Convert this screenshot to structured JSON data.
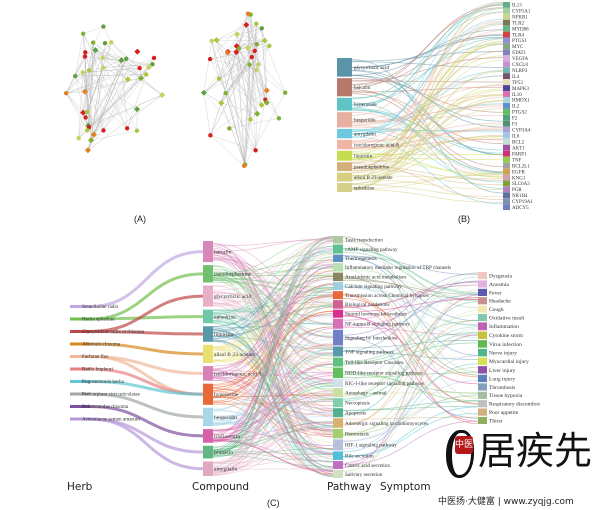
{
  "panels": {
    "a": "(A)",
    "b": "(B)",
    "c": "(C)"
  },
  "panel_b": {
    "compounds": [
      {
        "name": "glycyrrhizic acid",
        "value": 24,
        "color": "#5b93a8"
      },
      {
        "name": "baicalin",
        "value": 23,
        "color": "#b57a6a"
      },
      {
        "name": "hyperoside",
        "value": 12,
        "color": "#5ec4c4"
      },
      {
        "name": "hesperidin",
        "value": 17,
        "color": "#e8b0a0"
      },
      {
        "name": "amygdalin",
        "value": 5,
        "color": "#6ec8e0"
      },
      {
        "name": "isochlorogenic acid A",
        "value": 5,
        "color": "#f0b4a4"
      },
      {
        "name": "liquiritin",
        "value": 6,
        "color": "#c8dc50"
      },
      {
        "name": "pseudoephedrine",
        "value": 4,
        "color": "#d4b07c"
      },
      {
        "name": "alisol B 23-acetate",
        "value": 4,
        "color": "#d8d080"
      },
      {
        "name": "ephedrine",
        "value": 4,
        "color": "#d4d088"
      }
    ],
    "targets": [
      {
        "name": "IL13",
        "value": 2,
        "color": "#5bb08a"
      },
      {
        "name": "CYP1A1",
        "value": 1,
        "color": "#a0d0a0"
      },
      {
        "name": "NFKB1",
        "value": 2,
        "color": "#c8d890"
      },
      {
        "name": "TLR2",
        "value": 2,
        "color": "#7a7a5a"
      },
      {
        "name": "MYD88",
        "value": 2,
        "color": "#60b880"
      },
      {
        "name": "TLR4",
        "value": 2,
        "color": "#d04040"
      },
      {
        "name": "PTGS1",
        "value": 1,
        "color": "#9090d0"
      },
      {
        "name": "MYC",
        "value": 1,
        "color": "#80a880"
      },
      {
        "name": "STAT1",
        "value": 1,
        "color": "#8080c0"
      },
      {
        "name": "VEGFA",
        "value": 3,
        "color": "#d8b0e0"
      },
      {
        "name": "CXCL8",
        "value": 3,
        "color": "#c890d0"
      },
      {
        "name": "NLRP3",
        "value": 3,
        "color": "#70b8b0"
      },
      {
        "name": "IL4",
        "value": 4,
        "color": "#7a5070"
      },
      {
        "name": "TP53",
        "value": 5,
        "color": "#e8e0b8"
      },
      {
        "name": "MAPK3",
        "value": 4,
        "color": "#5040a0"
      },
      {
        "name": "IL10",
        "value": 4,
        "color": "#d870b0"
      },
      {
        "name": "HMOX1",
        "value": 4,
        "color": "#a8d8d8"
      },
      {
        "name": "IL2",
        "value": 4,
        "color": "#6090d0"
      },
      {
        "name": "PTGS2",
        "value": 5,
        "color": "#60c060"
      },
      {
        "name": "F2",
        "value": 1,
        "color": "#50a080"
      },
      {
        "name": "F3",
        "value": 1,
        "color": "#509070"
      },
      {
        "name": "CYP3A4",
        "value": 3,
        "color": "#b0a0d8"
      },
      {
        "name": "IL6",
        "value": 7,
        "color": "#a0c8f0"
      },
      {
        "name": "BCL2",
        "value": 7,
        "color": "#c0e0d0"
      },
      {
        "name": "AKT1",
        "value": 7,
        "color": "#a050a0"
      },
      {
        "name": "PARP1",
        "value": 3,
        "color": "#d03070"
      },
      {
        "name": "TNF",
        "value": 9,
        "color": "#90cc50"
      },
      {
        "name": "BCL2L1",
        "value": 1,
        "color": "#a0a0a0"
      },
      {
        "name": "EGFR",
        "value": 1,
        "color": "#d0a050"
      },
      {
        "name": "KNG1",
        "value": 1,
        "color": "#d0a0b0"
      },
      {
        "name": "SLC6A3",
        "value": 1,
        "color": "#80a040"
      },
      {
        "name": "PGR",
        "value": 1,
        "color": "#b080c0"
      },
      {
        "name": "NR1H4",
        "value": 1,
        "color": "#6070a0"
      },
      {
        "name": "CYP19A1",
        "value": 1,
        "color": "#8090b0"
      },
      {
        "name": "ADCY5",
        "value": 1,
        "color": "#7080c0"
      }
    ]
  },
  "panel_c": {
    "column_titles": {
      "herb": "Herb",
      "compound": "Compound",
      "pathway": "Pathway",
      "symptom": "Symptom"
    },
    "herbs": [
      {
        "name": "Scutellariae radix",
        "color": "#c0a8e0"
      },
      {
        "name": "Herba ephedrae",
        "color": "#70c050"
      },
      {
        "name": "Glycyrrhizae radix et rhizoma",
        "color": "#c04848"
      },
      {
        "name": "Alismatis rhizoma",
        "color": "#d88820"
      },
      {
        "name": "Farfarae flos",
        "color": "#f0b898"
      },
      {
        "name": "Radix bupleuri",
        "color": "#e88080"
      },
      {
        "name": "Pogostemonis herba",
        "color": "#60c8d0"
      },
      {
        "name": "Pericarpium citri reticulatae",
        "color": "#a0a8a0"
      },
      {
        "name": "Belamcandae rhizoma",
        "color": "#8050a0"
      },
      {
        "name": "Armeniacae semen amarum",
        "color": "#b898d8"
      }
    ],
    "compounds": [
      {
        "name": "baicalin",
        "value": 14,
        "color": "#d888b8"
      },
      {
        "name": "pseudoephedrine",
        "value": 10,
        "color": "#70c070"
      },
      {
        "name": "glycyrrhizic acid",
        "value": 14,
        "color": "#e8b0c8"
      },
      {
        "name": "ephedrine",
        "value": 6,
        "color": "#70c8a8"
      },
      {
        "name": "liquiritin",
        "value": 8,
        "color": "#5898a8"
      },
      {
        "name": "alisol B 23-acetate",
        "value": 11,
        "color": "#e8e070"
      },
      {
        "name": "isochlorogenic acid A",
        "value": 7,
        "color": "#d880b8"
      },
      {
        "name": "hyperoside",
        "value": 14,
        "color": "#e86838"
      },
      {
        "name": "hesperidin",
        "value": 11,
        "color": "#a8d8e8"
      },
      {
        "name": "irisflorentin",
        "value": 6,
        "color": "#d860a8"
      },
      {
        "name": "prunasin",
        "value": 5,
        "color": "#60b880"
      },
      {
        "name": "amygdalin",
        "value": 7,
        "color": "#e0a8c0"
      }
    ],
    "herb_compound_links": [
      [
        0,
        0
      ],
      [
        1,
        1
      ],
      [
        1,
        3
      ],
      [
        2,
        2
      ],
      [
        2,
        4
      ],
      [
        3,
        5
      ],
      [
        4,
        6
      ],
      [
        4,
        7
      ],
      [
        5,
        7
      ],
      [
        6,
        7
      ],
      [
        7,
        8
      ],
      [
        8,
        9
      ],
      [
        9,
        10
      ],
      [
        9,
        11
      ]
    ],
    "pathways": [
      {
        "name": "Taste transduction",
        "value": 1,
        "color": "#b0c8a0"
      },
      {
        "name": "cAMP signaling pathway",
        "value": 4,
        "color": "#60c090"
      },
      {
        "name": "Thermogenesis",
        "value": 1,
        "color": "#6090c0"
      },
      {
        "name": "Inflammatory mediator regulation of TRP channels",
        "value": 3,
        "color": "#b8e0b0"
      },
      {
        "name": "Arachidonic acid metabolism",
        "value": 3,
        "color": "#888860"
      },
      {
        "name": "Calcium signaling pathway",
        "value": 2,
        "color": "#a0d0e0"
      },
      {
        "name": "Transmission across Chemical Synapses",
        "value": 2,
        "color": "#e86838"
      },
      {
        "name": "Biological oxidations",
        "value": 3,
        "color": "#d06090"
      },
      {
        "name": "Steroid hormone biosynthesis",
        "value": 2,
        "color": "#d83090"
      },
      {
        "name": "NF-kappa B signaling pathway",
        "value": 6,
        "color": "#d870b8"
      },
      {
        "name": "Signaling by Interleukins",
        "value": 17,
        "color": "#7080c8"
      },
      {
        "name": "TNF signaling pathway",
        "value": 6,
        "color": "#5898a8"
      },
      {
        "name": "Toll-like Receptor Cascades",
        "value": 4,
        "color": "#60c080"
      },
      {
        "name": "NOD-like receptor signaling pathway",
        "value": 7,
        "color": "#60c060"
      },
      {
        "name": "RIG-I-like receptor signaling pathway",
        "value": 2,
        "color": "#d0e0e8"
      },
      {
        "name": "Autophagy - animal",
        "value": 4,
        "color": "#c8e0a0"
      },
      {
        "name": "Necroptosis",
        "value": 4,
        "color": "#80d0b0"
      },
      {
        "name": "Apoptosis",
        "value": 4,
        "color": "#50b090"
      },
      {
        "name": "Adrenergic signaling in cardiomyocytes",
        "value": 5,
        "color": "#d8b070"
      },
      {
        "name": "Hemostasis",
        "value": 5,
        "color": "#a0d070"
      },
      {
        "name": "HIF-1 signaling pathway",
        "value": 8,
        "color": "#b8c0e0"
      },
      {
        "name": "Bile secretion",
        "value": 3,
        "color": "#50c0d8"
      },
      {
        "name": "Gastric acid secretion",
        "value": 2,
        "color": "#c070c0"
      },
      {
        "name": "Salivary secretion",
        "value": 2,
        "color": "#d0e0c0"
      }
    ],
    "symptoms": [
      {
        "name": "Dysgeusia",
        "value": 2,
        "color": "#f0c8c0"
      },
      {
        "name": "Anosmia",
        "value": 2,
        "color": "#e0b0e0"
      },
      {
        "name": "Fever",
        "value": 2,
        "color": "#6058b0"
      },
      {
        "name": "Headache",
        "value": 2,
        "color": "#c89090"
      },
      {
        "name": "Cough",
        "value": 2,
        "color": "#f0e8b0"
      },
      {
        "name": "Oxidative insult",
        "value": 2,
        "color": "#80c8b0"
      },
      {
        "name": "Inflammation",
        "value": 9,
        "color": "#c060b0"
      },
      {
        "name": "Cytokine storm",
        "value": 5,
        "color": "#c8c040"
      },
      {
        "name": "Virus infection",
        "value": 5,
        "color": "#60b850"
      },
      {
        "name": "Nerve injury",
        "value": 5,
        "color": "#50b888"
      },
      {
        "name": "Myocardial injury",
        "value": 4,
        "color": "#d8e050"
      },
      {
        "name": "Liver injury",
        "value": 4,
        "color": "#9050a8"
      },
      {
        "name": "Lung injury",
        "value": 4,
        "color": "#6080b8"
      },
      {
        "name": "Thrombosis",
        "value": 2,
        "color": "#80a0c0"
      },
      {
        "name": "Tissue hypoxia",
        "value": 2,
        "color": "#a0c0a0"
      },
      {
        "name": "Respiratory discomfort",
        "value": 2,
        "color": "#c0c0c0"
      },
      {
        "name": "Poor appetite",
        "value": 2,
        "color": "#d0b080"
      },
      {
        "name": "Thirst",
        "value": 1,
        "color": "#90b060"
      }
    ]
  },
  "watermark": {
    "brand": "居疾先",
    "seal": "中医",
    "tagline": "中医扬·大健富 | www.zyqjg.com"
  }
}
